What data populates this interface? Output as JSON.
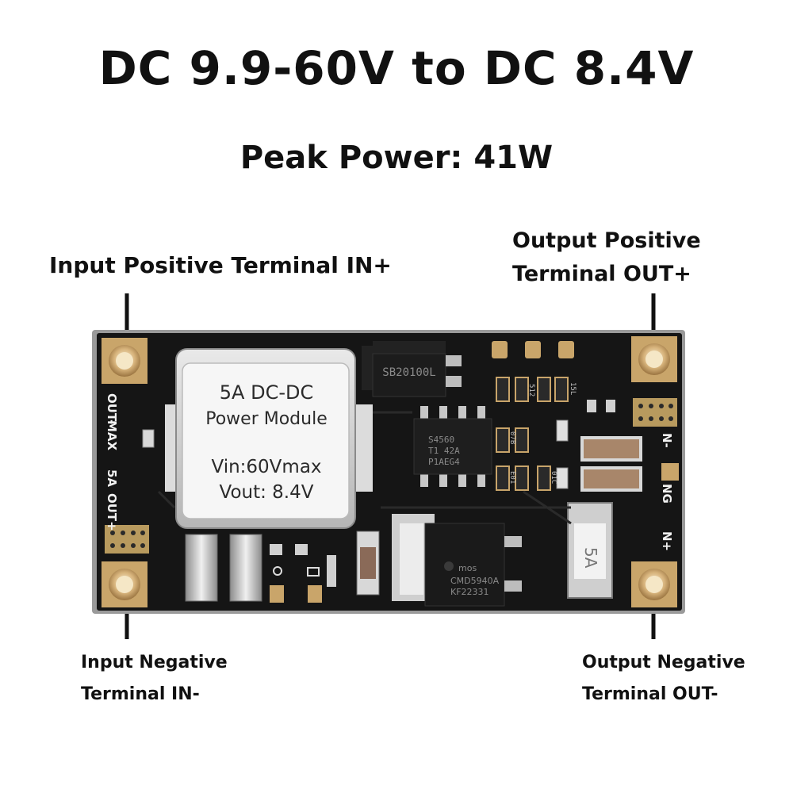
{
  "title": "DC 9.9-60V to DC 8.4V",
  "subtitle": "Peak Power: 41W",
  "labels": {
    "in_pos": "Input Positive Terminal IN+",
    "out_pos_line1": "Output Positive",
    "out_pos_line2": "Terminal OUT+",
    "in_neg_line1": "Input Negative",
    "in_neg_line2": "Terminal IN-",
    "out_neg_line1": "Output Negative",
    "out_neg_line2": "Terminal OUT-"
  },
  "module_label": {
    "line1": "5A DC-DC",
    "line2": "Power Module",
    "line3": "Vin:60Vmax",
    "line4": "Vout: 8.4V"
  },
  "silkscreen": {
    "left_top": "OUT-",
    "left_max": "MAX",
    "left_5a": "5A",
    "left_out_pos": "OUT+",
    "right_n_minus": "N-",
    "right_ng": "NG",
    "right_n_plus": "N+",
    "fuse": "5A"
  },
  "chips": {
    "diode": "SB20100L",
    "ic_line1": "S4560",
    "ic_line2": "T1 42A",
    "ic_line3": "P1AEG4",
    "mosfet_brand": "mos",
    "mosfet_line1": "CMD5940A",
    "mosfet_line2": "KF22331",
    "res1": "512",
    "res2": "15L",
    "res3": "07B",
    "res4": "E01",
    "res5": "01C"
  },
  "colors": {
    "board": "#111111",
    "pad_gold": "#c9a56a",
    "arrow": "#111111"
  }
}
